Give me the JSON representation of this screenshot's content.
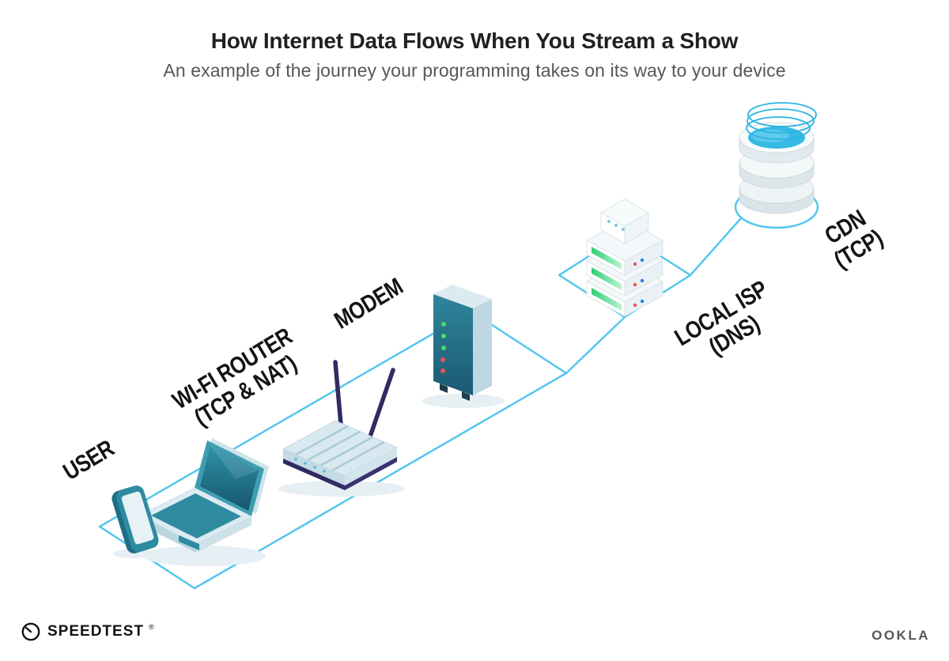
{
  "header": {
    "title": "How Internet Data Flows When You Stream a Show",
    "subtitle": "An example of the journey your programming takes on its way to your device"
  },
  "diagram": {
    "nodes": [
      {
        "id": "user",
        "line1": "USER",
        "line2": ""
      },
      {
        "id": "wifi_router",
        "line1": "WI-FI ROUTER",
        "line2": "(TCP & NAT)"
      },
      {
        "id": "modem",
        "line1": "MODEM",
        "line2": ""
      },
      {
        "id": "local_isp",
        "line1": "LOCAL ISP",
        "line2": "(DNS)"
      },
      {
        "id": "cdn",
        "line1": "CDN",
        "line2": "(TCP)"
      }
    ],
    "flow_order": [
      "USER",
      "WI-FI ROUTER (TCP & NAT)",
      "MODEM",
      "LOCAL ISP (DNS)",
      "CDN (TCP)"
    ]
  },
  "footer": {
    "speedtest_wordmark": "SPEEDTEST",
    "trademark": "®",
    "ookla_wordmark": "OOKLA"
  },
  "colors": {
    "connector_line": "#55c6ee",
    "device_teal": "#2e8ba0",
    "device_dark_teal": "#1c5a70",
    "device_light": "#dcebf1",
    "navy_accent": "#322a63",
    "led_green": "#4cd964",
    "led_red": "#ef5350",
    "led_blue": "#2a7de1",
    "server_stripe_green": "#2ecf74",
    "cdn_blue": "#35b9e5",
    "title_color": "#1f2023",
    "subtitle_color": "#55575b"
  }
}
